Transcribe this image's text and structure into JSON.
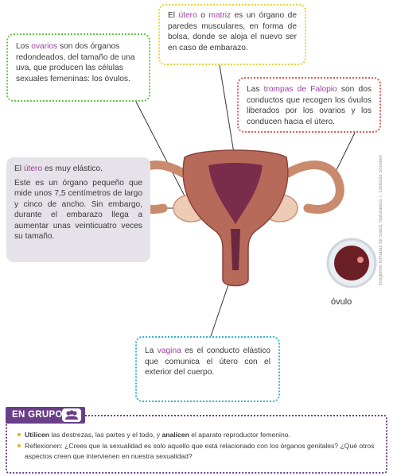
{
  "boxes": {
    "ovarios": {
      "pre": "Los ",
      "term": "ovarios",
      "post": " son dos órganos redondeados, del tamaño de una uva, que producen las células sexuales femeninas: los óvulos."
    },
    "utero_top": {
      "pre": "El ",
      "term1": "útero",
      "mid": " o ",
      "term2": "matriz",
      "post": " es un órgano de paredes musculares, en forma de bolsa, donde se aloja el nuevo ser en caso de embarazo."
    },
    "trompas": {
      "pre": "Las ",
      "term": "trompas de Falopio",
      "post": " son dos conductos que recogen los óvulos liberados por los ovarios y los conducen hacia el útero."
    },
    "utero_left": {
      "p1_pre": "El ",
      "p1_term": "útero",
      "p1_post": " es muy elástico.",
      "p2": "Este es un órgano pequeño que mide unos 7,5 centímetros de largo y cinco de ancho. Sin embargo, durante el embarazo llega a aumentar unas veinticuatro veces su tamaño."
    },
    "vagina": {
      "pre": "La ",
      "term": "vagina",
      "post": " es el conducto elástico que comunica el útero con el exterior del cuerpo."
    }
  },
  "ovum_label": "óvulo",
  "credit": "Imágenes tomadas de Salud, Naturaleza 7, Ciencias Sociales",
  "grupo": {
    "title": "EN GRUPO",
    "icon": "group-people-icon",
    "bullet1": {
      "b1": "Utilicen",
      "t1": " las destrezas, las partes y el todo, y ",
      "b2": "analicen",
      "t2": " el aparato reproductor femenino."
    },
    "bullet2": "Reflexionen: ¿Crees que la sexualidad es solo aquello que está relacionado con los órganos genitales? ¿Qué otros aspectos creen que intervienen en nuestra sexualidad?"
  },
  "colors": {
    "purple_term": "#9c3fa0",
    "group_purple": "#6a3f8a",
    "green": "#6dbf4b",
    "yellow": "#e8d23a",
    "red": "#e25a55",
    "blue": "#34b3d6"
  }
}
